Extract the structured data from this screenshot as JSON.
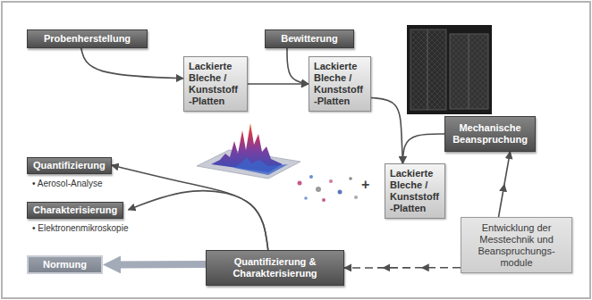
{
  "diagram": {
    "nodes": [
      {
        "text": [
          "Probenherstellung"
        ]
      },
      {
        "text": [
          "Bewitterung"
        ]
      },
      {
        "text": [
          "Lackierte Bleche / Kunststoff -Platten"
        ]
      },
      {
        "text": [
          "Lackierte Bleche / Kunststoff -Platten"
        ]
      },
      {
        "text": [
          "Mechanische Beanspruchung"
        ]
      },
      {
        "text": [
          "Quantifizierung",
          "• Aerosol-Analyse"
        ]
      },
      {
        "text": [
          "Charakterisierung",
          "• Elektronenmikroskopie"
        ]
      },
      {
        "text": [
          "Lackierte Bleche / Kunststoff -Platten"
        ]
      },
      {
        "text": [
          "Entwicklung der Messtechnik und Beanspruchungs-module"
        ]
      },
      {
        "text": [
          "Normung"
        ]
      },
      {
        "text": [
          "Quantifizierung & Charakterisierung"
        ]
      }
    ],
    "edges": [
      {
        "from": 0,
        "to": 2,
        "arrow": "to"
      },
      {
        "from": 2,
        "to": 3,
        "arrow": "to"
      },
      {
        "from": 1,
        "to": 3,
        "arrow": "to"
      },
      {
        "from": 3,
        "to": 7,
        "arrow": "to"
      },
      {
        "from": 4,
        "to": 7,
        "arrow": "to"
      },
      {
        "from": 8,
        "to": 4,
        "arrow": "to"
      },
      {
        "from": 8,
        "to": 10,
        "arrow": "to"
      },
      {
        "from": 10,
        "to": 5,
        "arrow": "to"
      },
      {
        "from": 10,
        "to": 6,
        "arrow": "to"
      },
      {
        "from": 10,
        "to": 9,
        "arrow": "to"
      }
    ],
    "labels": [
      "+"
    ]
  }
}
